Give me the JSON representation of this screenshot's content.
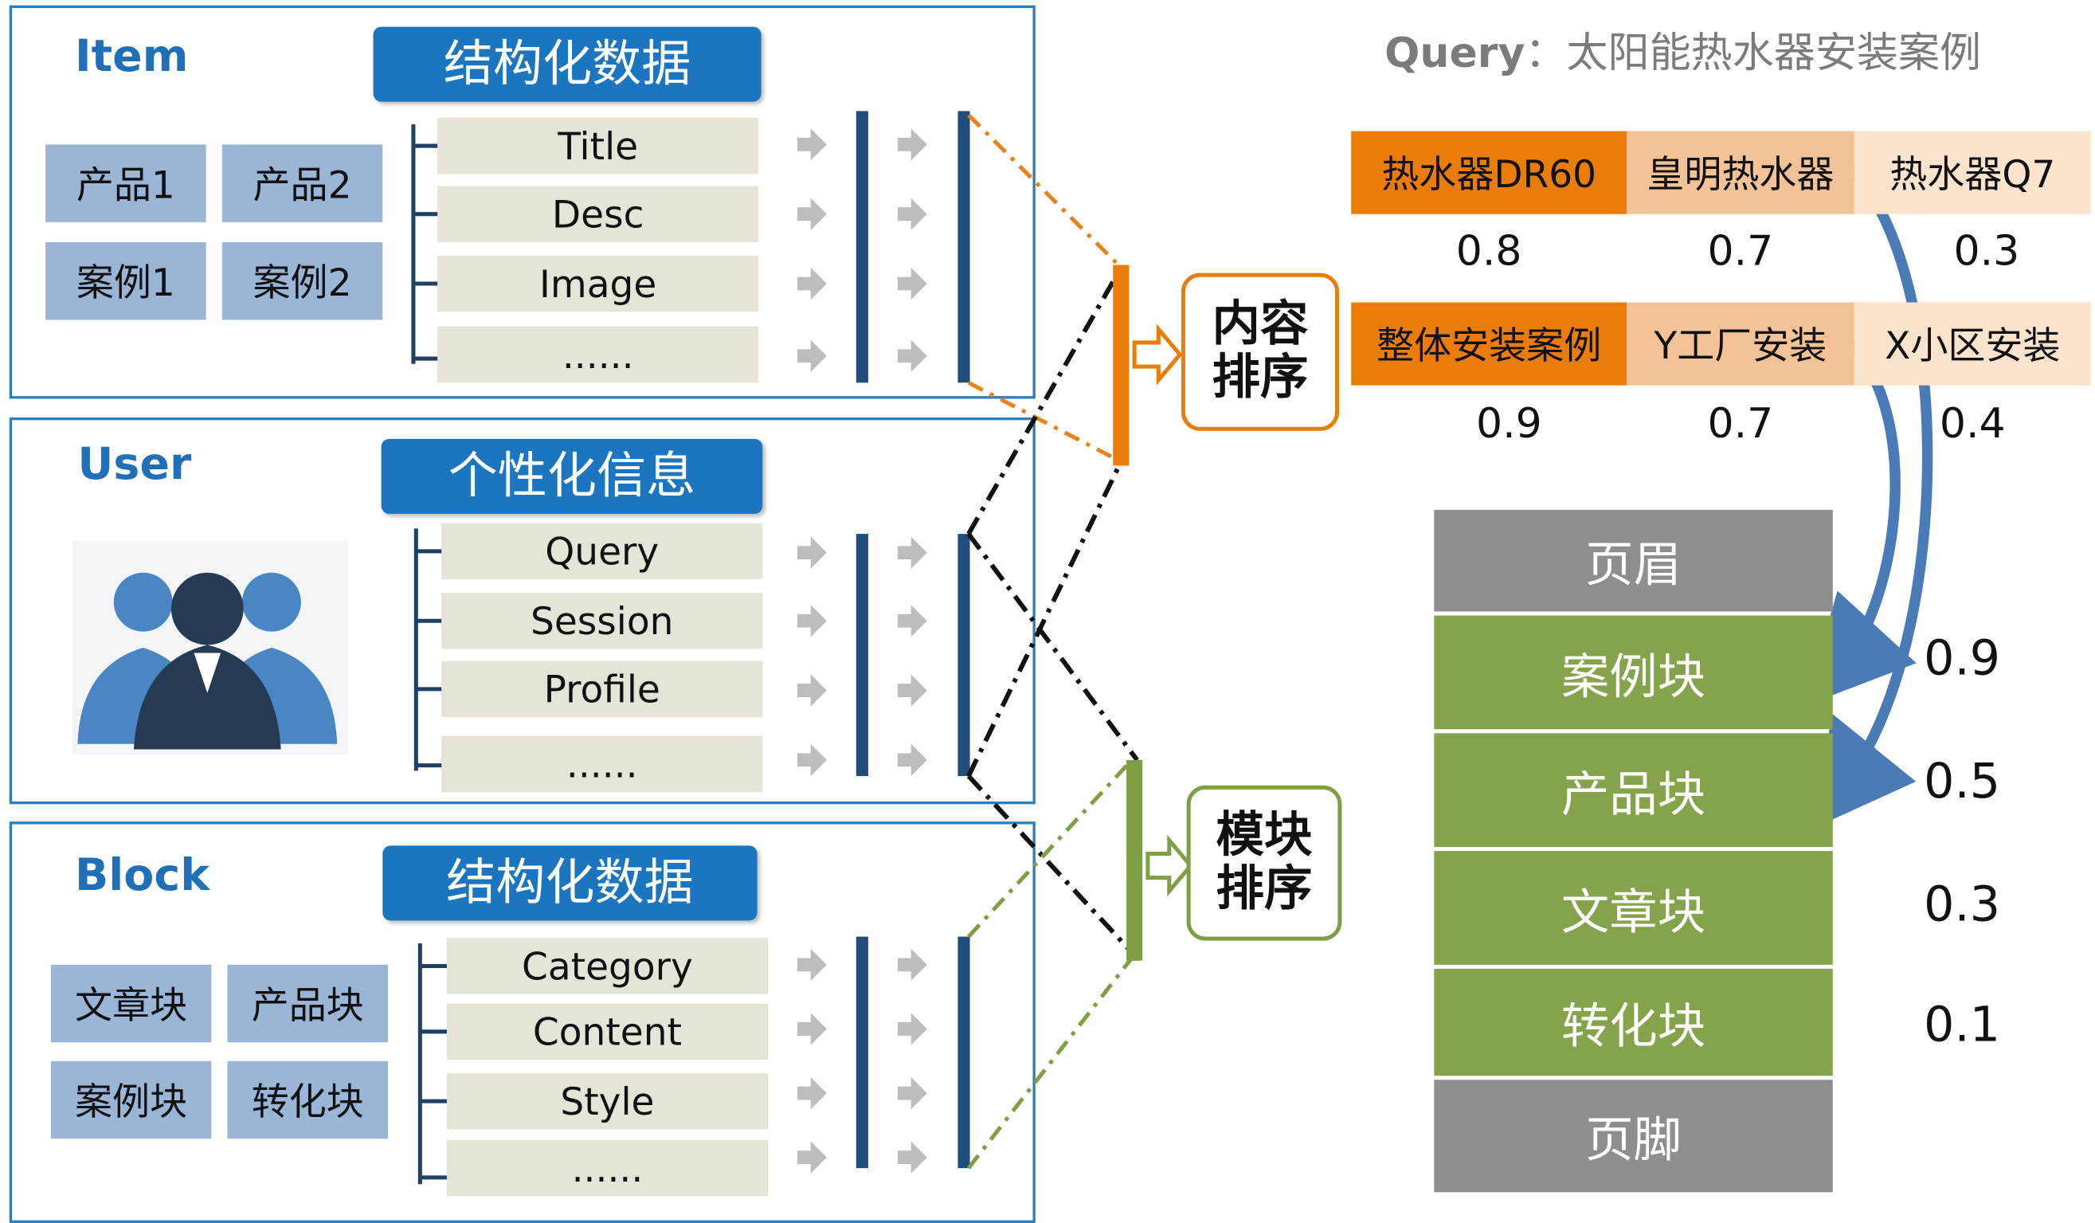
{
  "panels": {
    "item": {
      "title": "Item",
      "banner": "结构化数据",
      "chips": [
        "产品1",
        "产品2",
        "案例1",
        "案例2"
      ],
      "fields": [
        "Title",
        "Desc",
        "Image",
        "......"
      ]
    },
    "user": {
      "title": "User",
      "banner": "个性化信息",
      "fields": [
        "Query",
        "Session",
        "Profile",
        "......"
      ]
    },
    "block": {
      "title": "Block",
      "banner": "结构化数据",
      "chips": [
        "文章块",
        "产品块",
        "案例块",
        "转化块"
      ],
      "fields": [
        "Category",
        "Content",
        "Style",
        "......"
      ]
    }
  },
  "rankers": {
    "content": "内容排序",
    "module": "模块排序"
  },
  "query": {
    "label": "Query",
    "separator": "：",
    "text": "太阳能热水器安装案例"
  },
  "product_row": {
    "items": [
      "热水器DR60",
      "皇明热水器",
      "热水器Q7"
    ],
    "scores": [
      "0.8",
      "0.7",
      "0.3"
    ]
  },
  "case_row": {
    "items": [
      "整体安装案例",
      "Y工厂安装",
      "X小区安装"
    ],
    "scores": [
      "0.9",
      "0.7",
      "0.4"
    ]
  },
  "page_layout": {
    "header": "页眉",
    "blocks": [
      "案例块",
      "产品块",
      "文章块",
      "转化块"
    ],
    "block_scores": [
      "0.9",
      "0.5",
      "0.3",
      "0.1"
    ],
    "footer": "页脚"
  },
  "colors": {
    "panel_border": "#2b7fc1",
    "banner": "#1b75bf",
    "chip": "#9ab5d6",
    "field": "#e6e4d6",
    "content_accent": "#ea7d0a",
    "module_accent": "#7f9f45",
    "block_green": "#84a34a",
    "block_gray": "#8e8e8e",
    "curve": "#4a7bb7"
  },
  "icons": [
    "user-group-icon",
    "arrow-right-icon",
    "hollow-arrow-icon"
  ]
}
